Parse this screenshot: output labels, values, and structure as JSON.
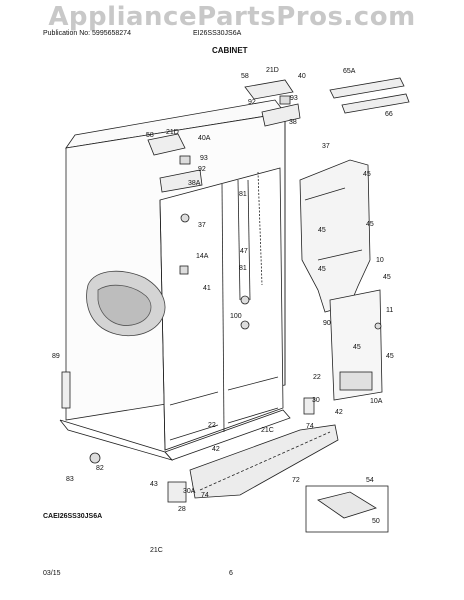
{
  "header": {
    "watermark": "AppliancePartsPros.com",
    "publication": "Publication No: 5995658274",
    "model": "EI26SS30JS6A",
    "section_title": "CABINET"
  },
  "footer": {
    "date": "03/15",
    "page": "6",
    "diagram_id": "CAEI26SS30JS6A"
  },
  "callouts": [
    "58",
    "21D",
    "40",
    "92",
    "93",
    "38",
    "65A",
    "66",
    "58",
    "21D",
    "40A",
    "93",
    "92",
    "38A",
    "37",
    "45",
    "81",
    "45",
    "45",
    "47",
    "81",
    "10",
    "37",
    "14A",
    "41",
    "45",
    "45",
    "100",
    "11",
    "90",
    "45",
    "89",
    "45",
    "22",
    "10A",
    "30",
    "42",
    "21C",
    "74",
    "22",
    "82",
    "43",
    "42",
    "74",
    "30A",
    "72",
    "83",
    "28",
    "21C",
    "54",
    "50"
  ]
}
